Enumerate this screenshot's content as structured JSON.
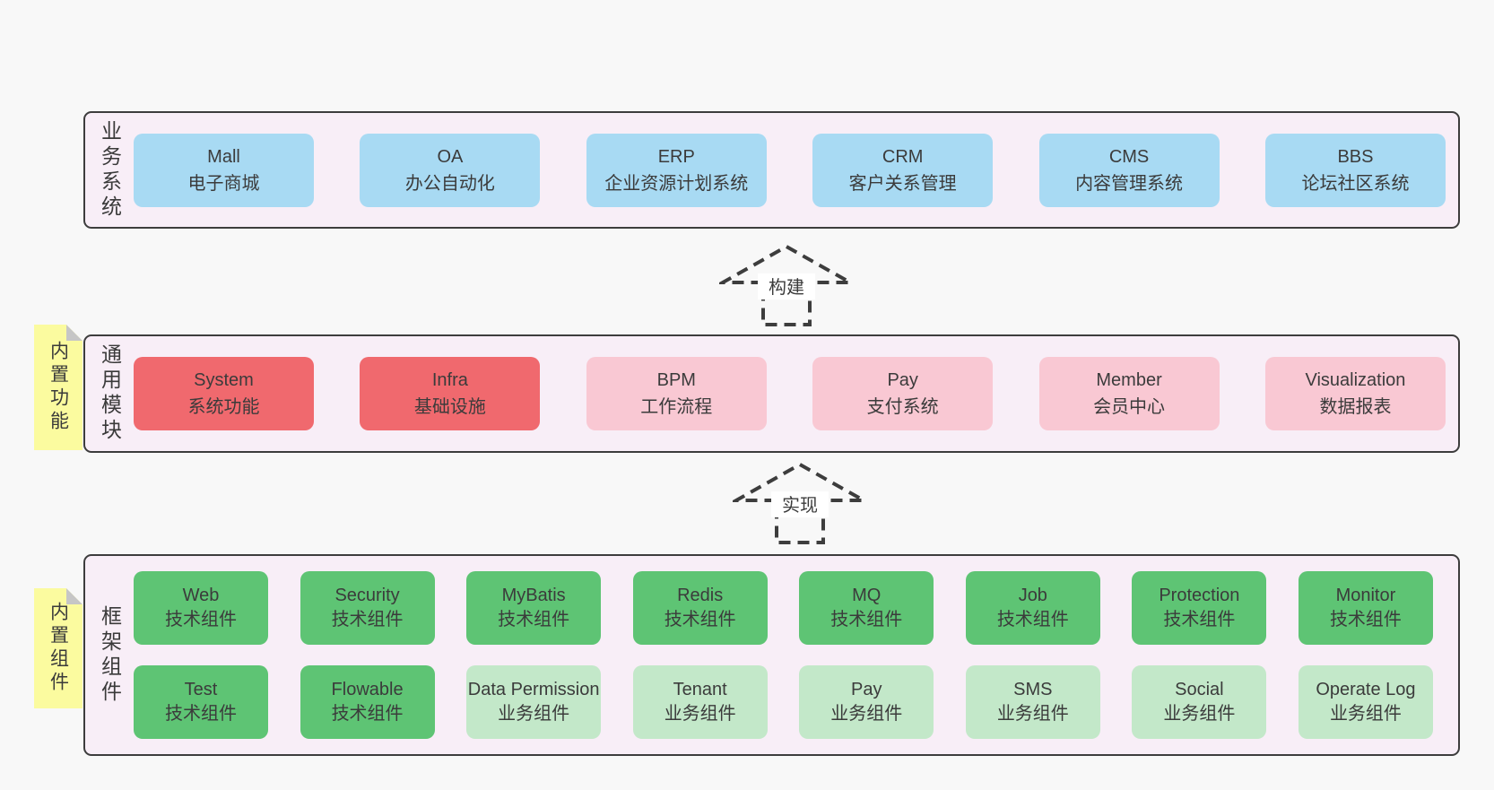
{
  "layers": {
    "business": {
      "label": "业务系统",
      "boxes": [
        {
          "title": "Mall",
          "subtitle": "电子商城"
        },
        {
          "title": "OA",
          "subtitle": "办公自动化"
        },
        {
          "title": "ERP",
          "subtitle": "企业资源计划系统"
        },
        {
          "title": "CRM",
          "subtitle": "客户关系管理"
        },
        {
          "title": "CMS",
          "subtitle": "内容管理系统"
        },
        {
          "title": "BBS",
          "subtitle": "论坛社区系统"
        }
      ]
    },
    "modules": {
      "label": "通用模块",
      "note": "内置功能",
      "boxes": [
        {
          "title": "System",
          "subtitle": "系统功能"
        },
        {
          "title": "Infra",
          "subtitle": "基础设施"
        },
        {
          "title": "BPM",
          "subtitle": "工作流程"
        },
        {
          "title": "Pay",
          "subtitle": "支付系统"
        },
        {
          "title": "Member",
          "subtitle": "会员中心"
        },
        {
          "title": "Visualization",
          "subtitle": "数据报表"
        }
      ]
    },
    "components": {
      "label": "框架组件",
      "note": "内置组件",
      "row1": [
        {
          "title": "Web",
          "subtitle": "技术组件"
        },
        {
          "title": "Security",
          "subtitle": "技术组件"
        },
        {
          "title": "MyBatis",
          "subtitle": "技术组件"
        },
        {
          "title": "Redis",
          "subtitle": "技术组件"
        },
        {
          "title": "MQ",
          "subtitle": "技术组件"
        },
        {
          "title": "Job",
          "subtitle": "技术组件"
        },
        {
          "title": "Protection",
          "subtitle": "技术组件"
        },
        {
          "title": "Monitor",
          "subtitle": "技术组件"
        }
      ],
      "row2": [
        {
          "title": "Test",
          "subtitle": "技术组件"
        },
        {
          "title": "Flowable",
          "subtitle": "技术组件"
        },
        {
          "title": "Data Permission",
          "subtitle": "业务组件"
        },
        {
          "title": "Tenant",
          "subtitle": "业务组件"
        },
        {
          "title": "Pay",
          "subtitle": "业务组件"
        },
        {
          "title": "SMS",
          "subtitle": "业务组件"
        },
        {
          "title": "Social",
          "subtitle": "业务组件"
        },
        {
          "title": "Operate Log",
          "subtitle": "业务组件"
        }
      ]
    }
  },
  "arrows": {
    "build": "构建",
    "implement": "实现"
  },
  "colors": {
    "page_bg": "#f8f8f8",
    "panel_bg": "#f8eef7",
    "panel_border": "#3d3d3d",
    "business_box": "#a8daf3",
    "module_core_box": "#f0696e",
    "module_box": "#f9c8d3",
    "tech_component_box": "#5ec474",
    "biz_component_box": "#c3e8c9",
    "sticky_note": "#fbfb9f",
    "sticky_fold": "#c6c6c6",
    "text": "#3b3b3b"
  }
}
